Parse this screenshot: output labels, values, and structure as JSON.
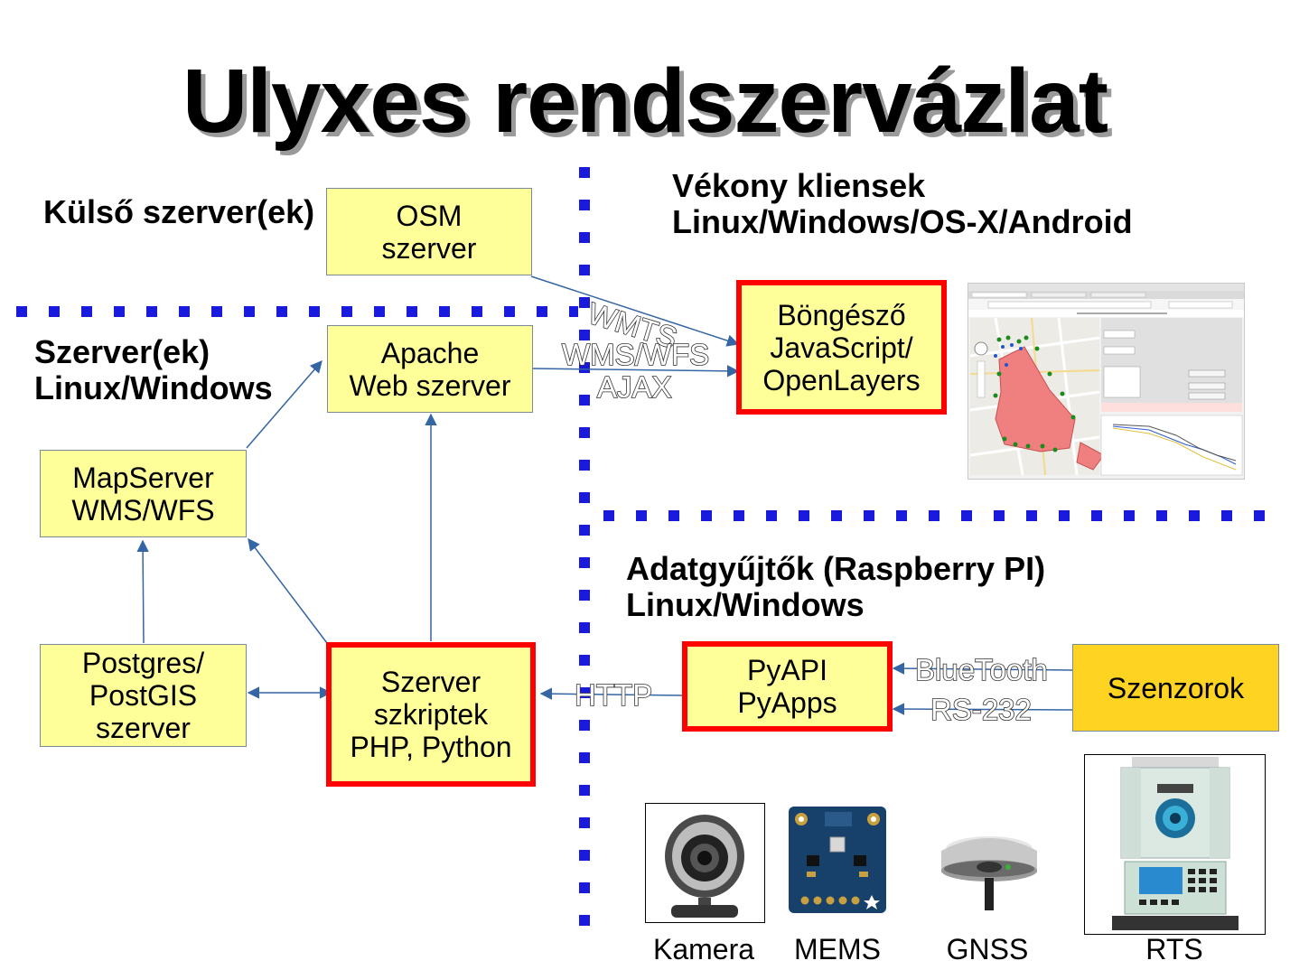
{
  "title": "Ulyxes rendszervázlat",
  "regions": {
    "external": "Külső szerver(ek)",
    "server": [
      "Szerver(ek)",
      "Linux/Windows"
    ],
    "thin_clients": [
      "Vékony kliensek",
      "Linux/Windows/OS-X/Android"
    ],
    "collectors": [
      "Adatgyűjtők (Raspberry PI)",
      "Linux/Windows"
    ]
  },
  "boxes": {
    "osm": [
      "OSM",
      "szerver"
    ],
    "apache": [
      "Apache",
      "Web szerver"
    ],
    "mapserver": [
      "MapServer",
      "WMS/WFS"
    ],
    "postgres": [
      "Postgres/",
      "PostGIS",
      "szerver"
    ],
    "scripts": [
      "Szerver",
      "szkriptek",
      "PHP, Python"
    ],
    "browser": [
      "Böngésző",
      "JavaScript/",
      "OpenLayers"
    ],
    "pyapi": [
      "PyAPI",
      "PyApps"
    ],
    "sensors": "Szenzorok"
  },
  "links": {
    "wmts": "WMTS",
    "wms_wfs": "WMS/WFS",
    "ajax": "AJAX",
    "http": "HTTP",
    "bluetooth": "BlueTooth",
    "rs232": "RS-232"
  },
  "devices": [
    "Kamera",
    "MEMS",
    "GNSS",
    "RTS"
  ],
  "colors": {
    "box_fill": "#ffff99",
    "sensor_fill": "#ffd321",
    "highlight_border": "#ff0000",
    "separator": "#1a1adc",
    "arrow": "#3465a4"
  }
}
